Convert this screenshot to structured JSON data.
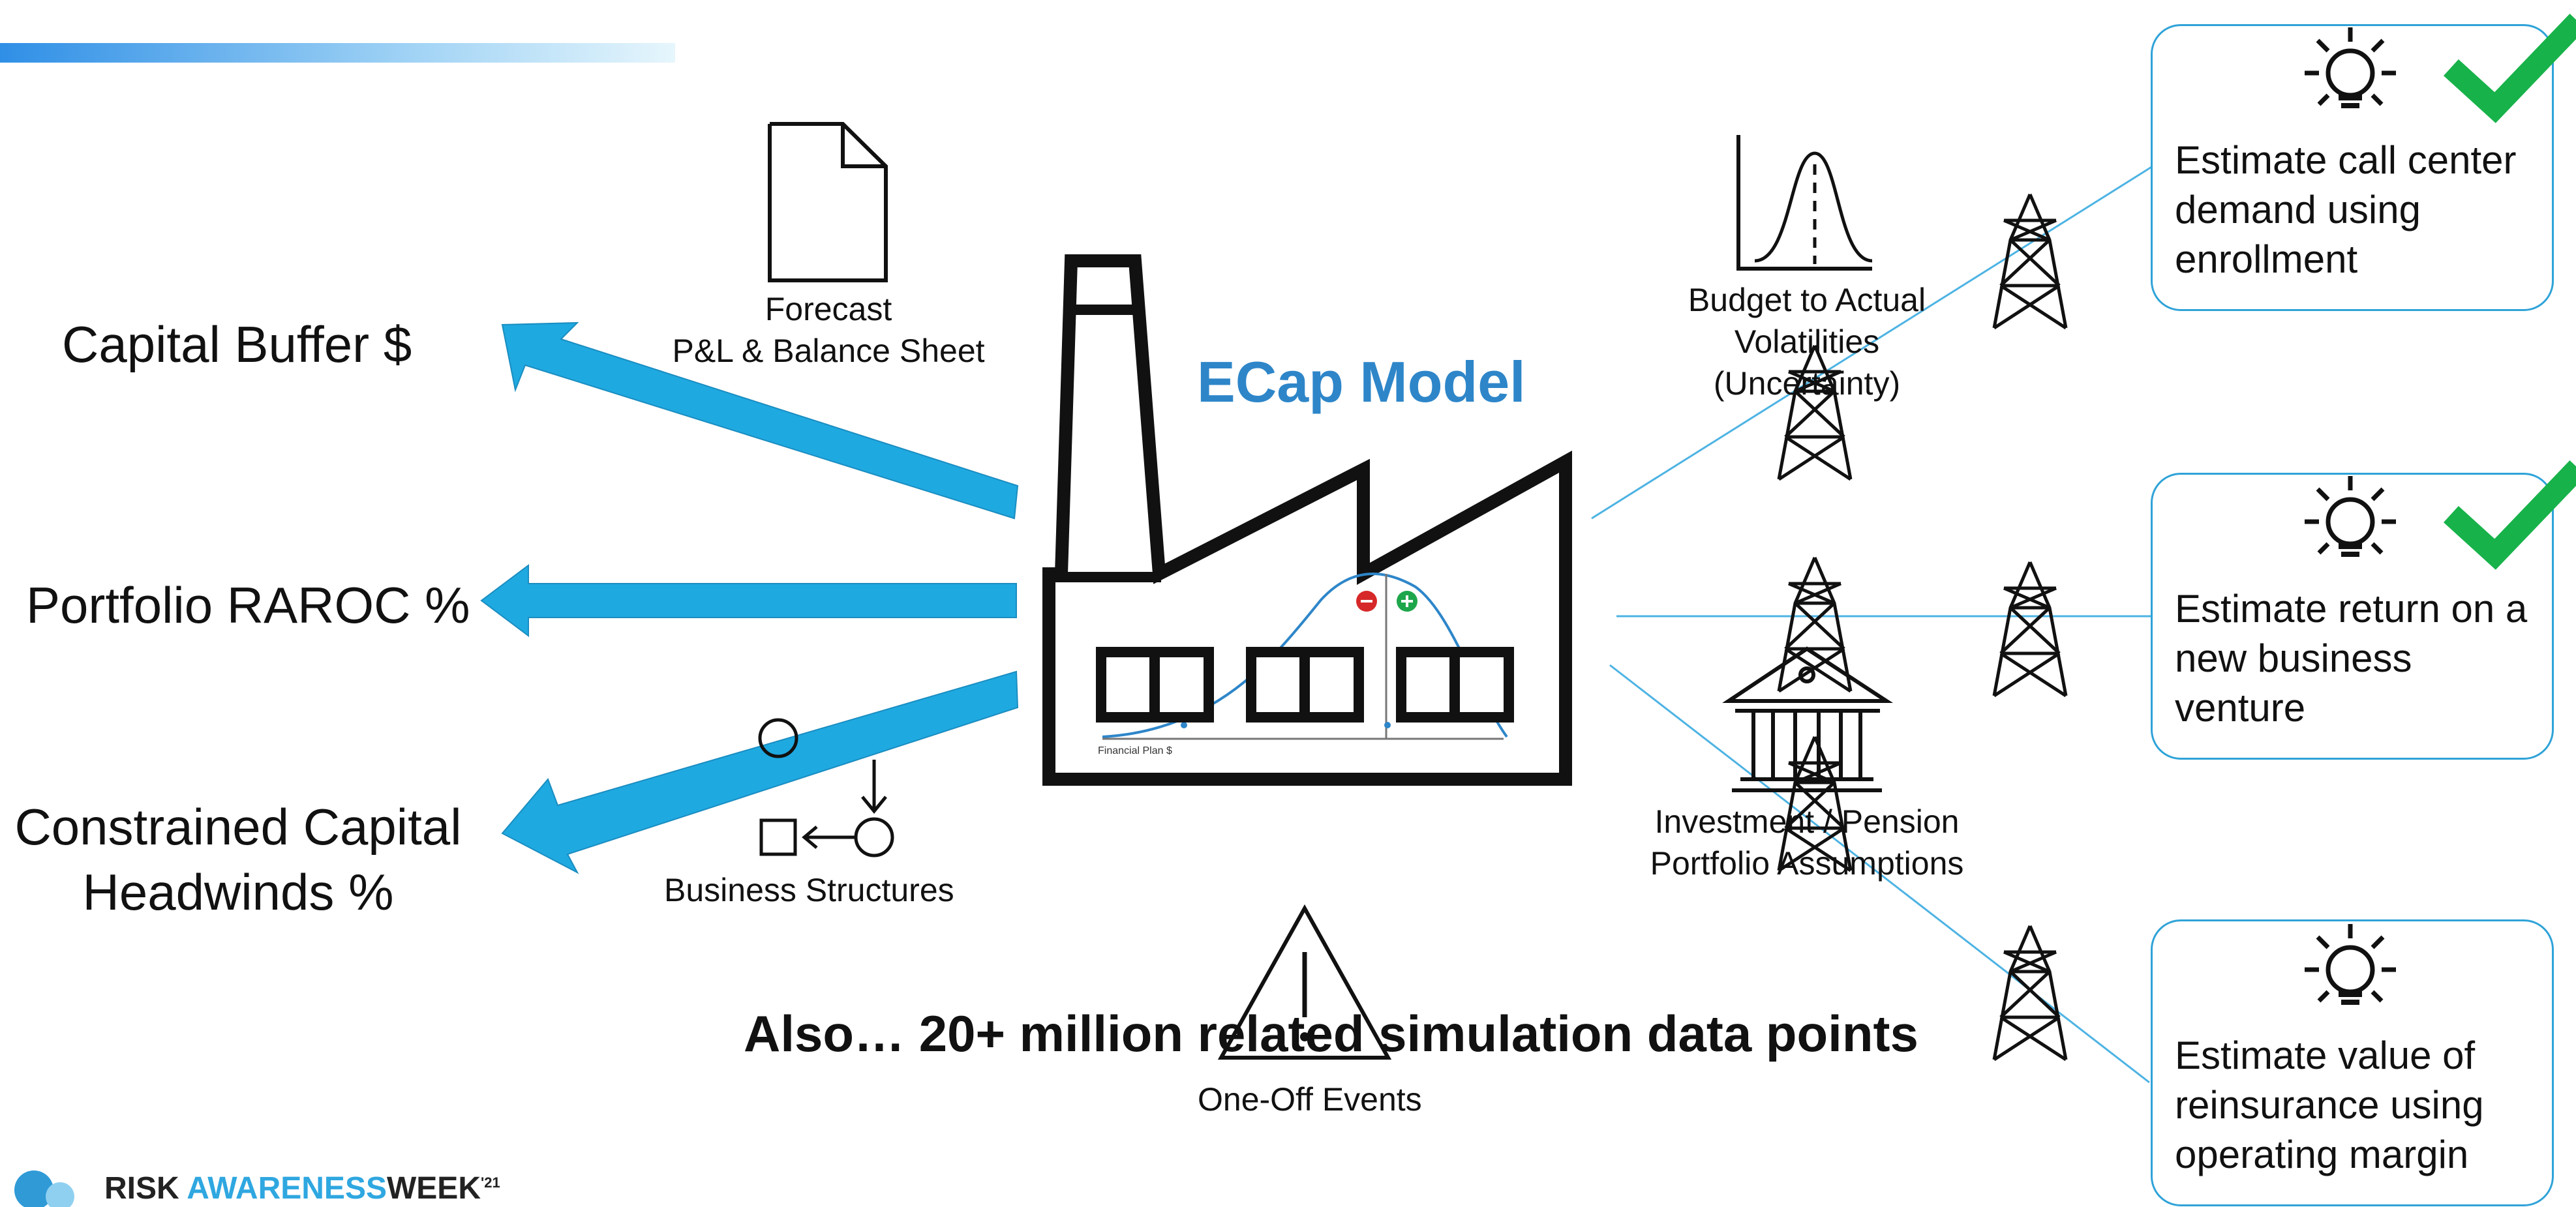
{
  "left_outputs": {
    "capital_buffer": "Capital Buffer $",
    "portfolio_raroc": "Portfolio RAROC %",
    "constrained_line1": "Constrained Capital",
    "constrained_line2": "Headwinds %"
  },
  "inputs": {
    "forecast_line1": "Forecast",
    "forecast_line2": "P&L & Balance Sheet",
    "business_structures": "Business Structures",
    "one_off_events": "One-Off Events",
    "budget_line1": "Budget to Actual",
    "budget_line2": "Volatilities",
    "budget_line3": "(Uncertainty)",
    "investment_line1": "Investment / Pension",
    "investment_line2": "Portfolio Assumptions"
  },
  "model": {
    "title": "ECap Model",
    "chart_label": "Financial Plan $"
  },
  "banner": "Also… 20+ million related simulation data points",
  "cards": [
    {
      "text": "Estimate call center\ndemand using\nenrollment",
      "checked": true
    },
    {
      "text": "Estimate return on a\nnew business\nventure",
      "checked": true
    },
    {
      "text": "Estimate value of\nreinsurance using\noperating margin",
      "checked": false
    }
  ],
  "logo": {
    "word1": "RISK",
    "word2": "AWARENESS",
    "word3": "WEEK",
    "year": "'21"
  },
  "colors": {
    "arrow": "#1fa9e1",
    "accent_title": "#2e86c9",
    "check": "#17b24a",
    "card_border": "#2fa3d8",
    "minus": "#d62828",
    "plus": "#1ea64b"
  }
}
